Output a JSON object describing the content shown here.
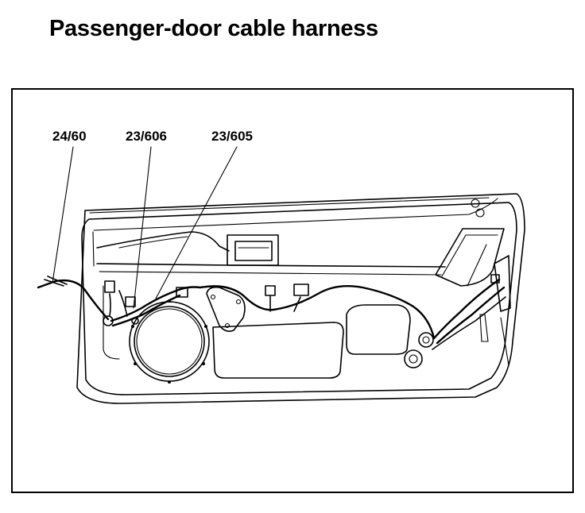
{
  "title": "Passenger-door cable harness",
  "callouts": [
    {
      "id": "c1",
      "label": "24/60"
    },
    {
      "id": "c2",
      "label": "23/606"
    },
    {
      "id": "c3",
      "label": "23/605"
    }
  ],
  "colors": {
    "line": "#000000",
    "background": "#ffffff"
  }
}
